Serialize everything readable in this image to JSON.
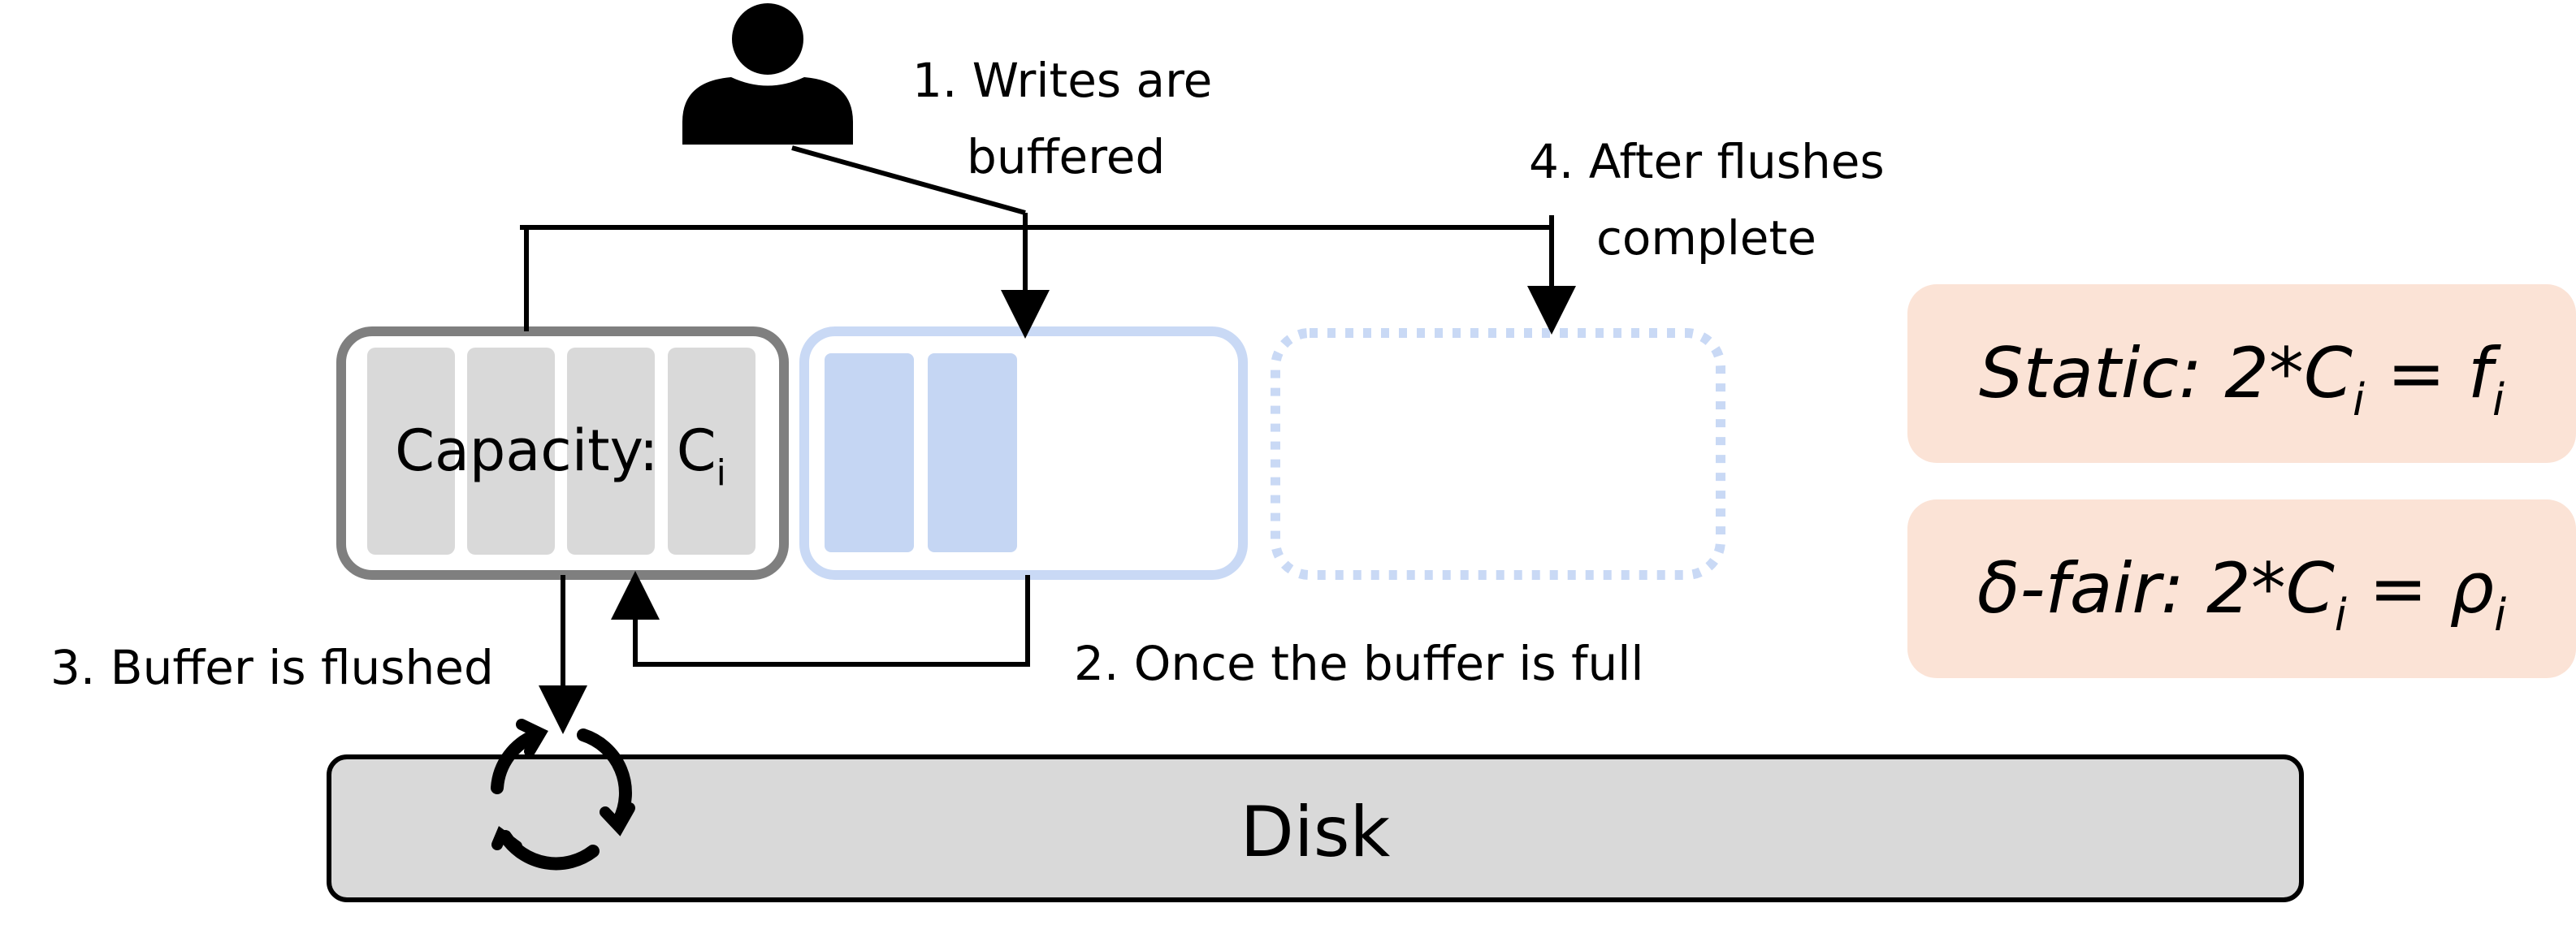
{
  "labels": {
    "step1_line1": "1. Writes are",
    "step1_line2": "buffered",
    "step2": "2. Once the buffer is full",
    "step3": "3. Buffer is flushed",
    "step4_line1": "4. After flushes",
    "step4_line2": "complete"
  },
  "capacity": {
    "text": "Capacity: C",
    "sub": "i"
  },
  "disk": {
    "label": "Disk"
  },
  "equations": {
    "static": {
      "lhs": "Static: 2*C",
      "sub1": "i",
      "mid": " = f",
      "sub2": "i"
    },
    "delta_fair": {
      "lhs": "δ-fair: 2*C",
      "sub1": "i",
      "mid": " = ρ",
      "sub2": "i"
    }
  },
  "colors": {
    "active_buffer_border": "#7f7f7f",
    "active_buffer_slot": "#d9d9d9",
    "filling_buffer_border": "#c9d9f5",
    "filling_buffer_slot": "#c5d6f3",
    "disk_fill": "#d9d9d9",
    "equation_box": "#fbe3d6"
  },
  "icons": {
    "user": "user-icon",
    "flush": "refresh-icon"
  }
}
